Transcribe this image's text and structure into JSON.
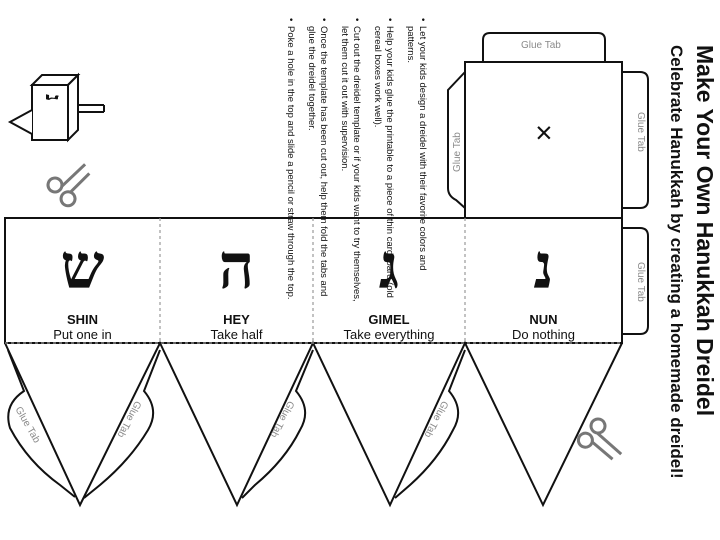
{
  "header": {
    "title": "Make Your Own Hanukkah Dreidel",
    "subtitle": "Celebrate Hanukkah by creating a homemade dreidel!"
  },
  "instructions": [
    "Let your kids design a dreidel with their favorite colors and patterns.",
    "Help your kids glue the printable to a piece of thin cardboard (old cereal boxes work well).",
    "Cut out the dreidel template or if your kids want to try themselves, let them cut it out with supervision.",
    "Once the template has been cut out, help them fold the tabs and glue the dreidel together.",
    "Poke a hole in the top and slide a pencil or straw through the top."
  ],
  "glue_tab_label": "Glue Tab",
  "top_face_mark": "×",
  "faces": [
    {
      "letter": "נ",
      "name": "NUN",
      "action": "Do nothing"
    },
    {
      "letter": "ג",
      "name": "GIMEL",
      "action": "Take everything"
    },
    {
      "letter": "ה",
      "name": "HEY",
      "action": "Take half"
    },
    {
      "letter": "ש",
      "name": "SHIN",
      "action": "Put one in"
    }
  ],
  "dreidel_icon_letter": "נ"
}
